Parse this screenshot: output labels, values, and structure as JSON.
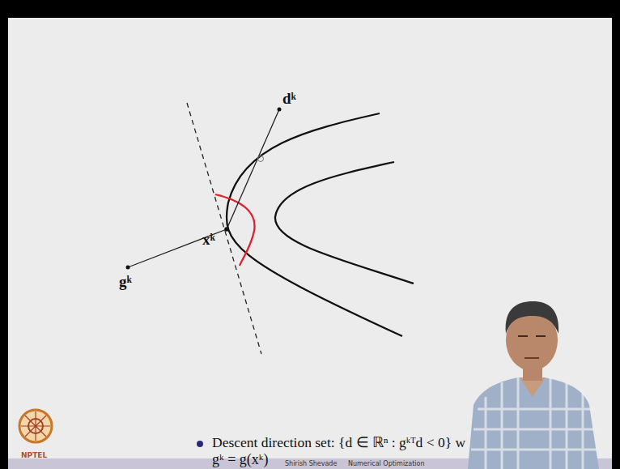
{
  "diagram": {
    "labels": [
      "dᵏ",
      "xᵏ",
      "gᵏ",
      "Descent direction set: {d ∈ ℝⁿ : gᵏᵀd < 0} w",
      "gᵏ = g(xᵏ)",
      "NPTEL",
      "Shirish Shevade",
      "Numerical Optimization"
    ]
  }
}
